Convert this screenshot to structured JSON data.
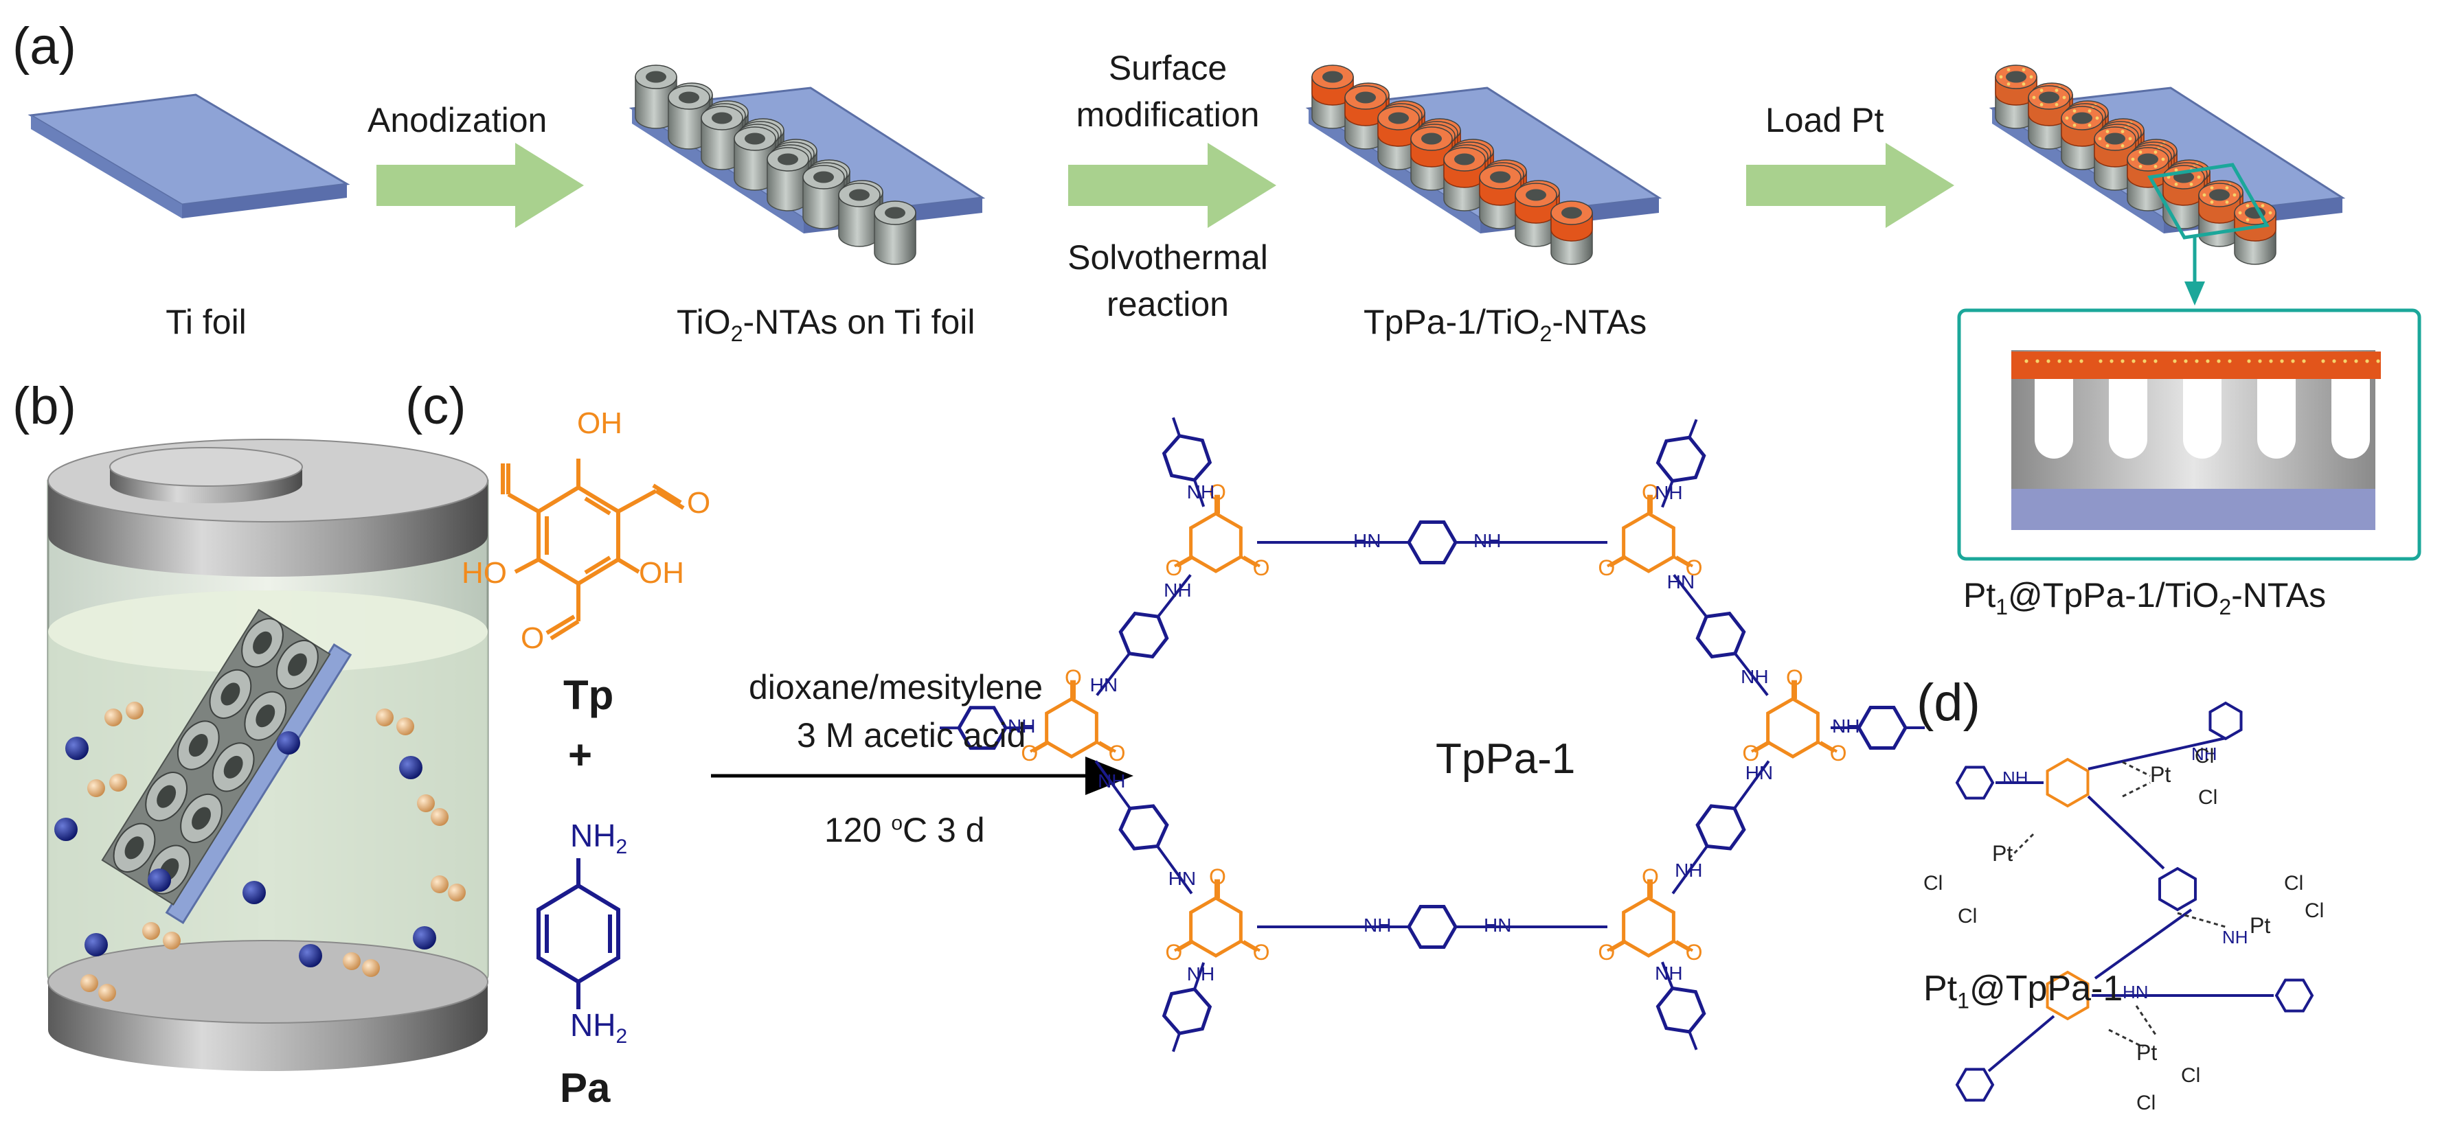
{
  "panels": {
    "a": "(a)",
    "b": "(b)",
    "c": "(c)",
    "d": "(d)"
  },
  "steps": {
    "ti_foil": "Ti foil",
    "anodization": "Anodization",
    "tio2_ntas_pre": "TiO",
    "tio2_ntas_sub": "2",
    "tio2_ntas_post": "-NTAs on Ti foil",
    "surface_mod_1": "Surface",
    "surface_mod_2": "modification",
    "solvo_1": "Solvothermal",
    "solvo_2": "reaction",
    "tppa_pre": "TpPa-1/TiO",
    "tppa_sub": "2",
    "tppa_post": "-NTAs",
    "load_pt": "Load Pt",
    "pt_cap_pre": "Pt",
    "pt_cap_sub1": "1",
    "pt_cap_mid": "@TpPa-1/TiO",
    "pt_cap_sub2": "2",
    "pt_cap_post": "-NTAs"
  },
  "synthesis": {
    "tp": "Tp",
    "plus": "+",
    "pa": "Pa",
    "solvent": "dioxane/mesitylene",
    "acid": "3 M acetic acid",
    "temp_pre": "120 ",
    "temp_sup": "o",
    "temp_post": "C 3 d",
    "product": "TpPa-1"
  },
  "chem": {
    "oh": "OH",
    "ho": "HO",
    "o": "O",
    "nh": "NH",
    "hn": "HN",
    "nh2": "NH",
    "two": "2",
    "pt": "Pt",
    "cl": "Cl"
  },
  "complex": {
    "pre": "Pt",
    "sub": "1",
    "post": "@TpPa-1"
  },
  "colors": {
    "arrow_green": "#a9d18e",
    "orange": "#f28a1c",
    "navy": "#1a1a8c",
    "plate": "#8fa6d6",
    "ptlayer": "#e2551b"
  }
}
